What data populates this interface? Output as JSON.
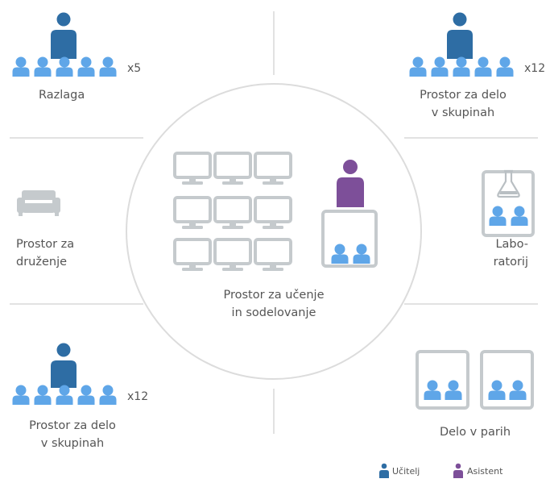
{
  "colors": {
    "teacher": "#2e6da4",
    "student": "#5fa6e8",
    "assistant": "#7d4f99",
    "device": "#c5cacd",
    "divider": "#d9d9d9"
  },
  "zones": {
    "top_left": {
      "multiplier": "x5",
      "label": [
        "Razlaga"
      ]
    },
    "top_right": {
      "multiplier": "x12",
      "label": [
        "Prostor za delo",
        "v skupinah"
      ]
    },
    "middle_left": {
      "label": [
        "Prostor za",
        "druženje"
      ],
      "icon": "sofa-icon"
    },
    "middle_right": {
      "label": [
        "Labo-",
        "ratorij"
      ],
      "icon": "flask-icon"
    },
    "center": {
      "label": [
        "Prostor za učenje",
        "in sodelovanje"
      ],
      "icon": "computer-monitor-icon"
    },
    "bottom_left": {
      "multiplier": "x12",
      "label": [
        "Prostor za delo",
        "v skupinah"
      ]
    },
    "bottom_right": {
      "label": [
        "Delo v parih"
      ]
    }
  },
  "legend": [
    {
      "label": "Učitelj",
      "icon": "teacher-icon"
    },
    {
      "label": "Asistent",
      "icon": "assistant-icon"
    }
  ]
}
